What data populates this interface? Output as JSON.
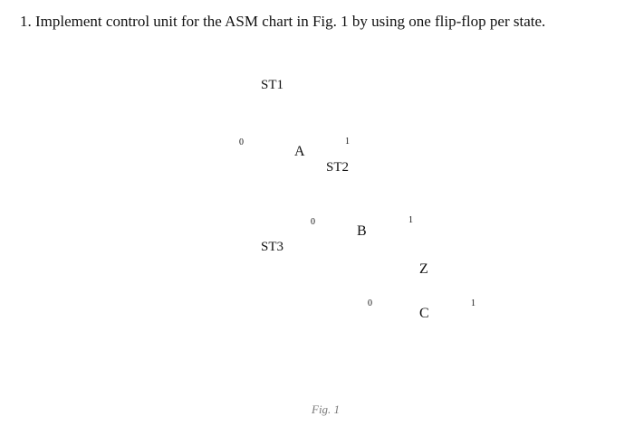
{
  "question": {
    "text": "1. Implement control unit for the ASM chart in Fig. 1 by using one flip-flop per state."
  },
  "diagram": {
    "states": [
      "ST1",
      "ST2",
      "ST3"
    ],
    "conditions": [
      "A",
      "B",
      "Z"
    ],
    "outputs": [
      "C"
    ],
    "branch_labels": {
      "a_false": "0",
      "a_true": "1",
      "b_false": "0",
      "b_true": "1",
      "z_false": "0",
      "z_true": "1"
    },
    "caption": "Fig. 1"
  }
}
